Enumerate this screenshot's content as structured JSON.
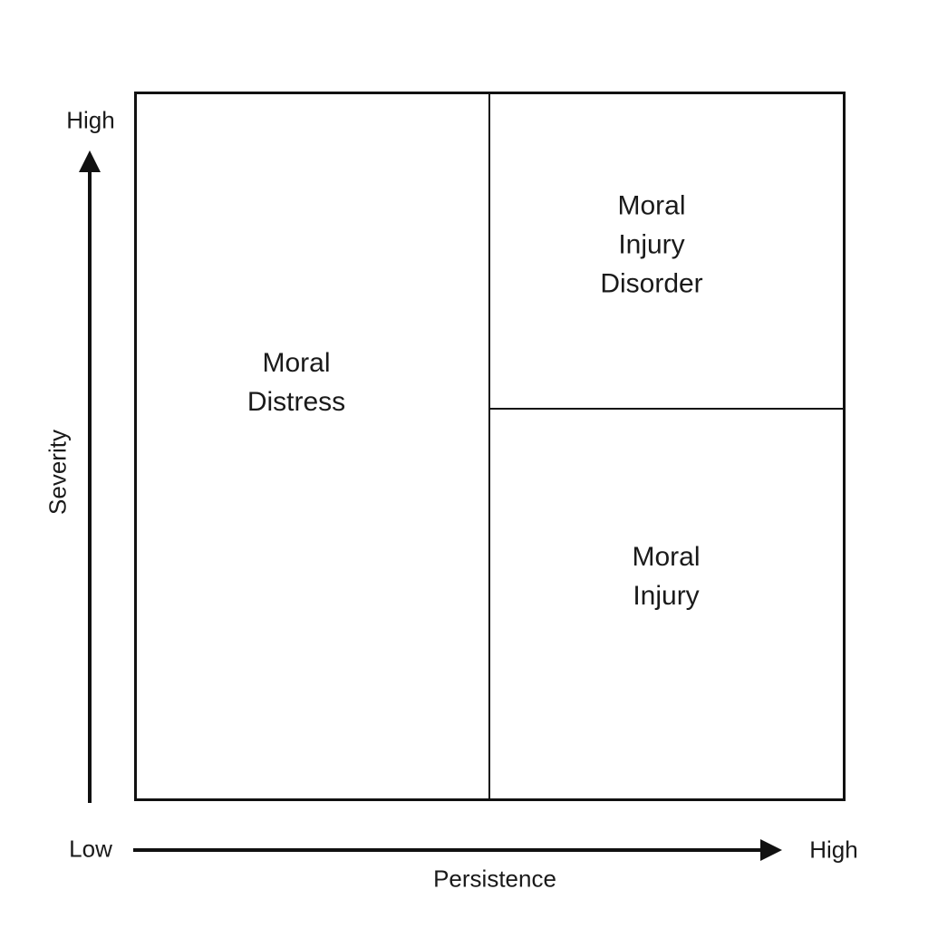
{
  "diagram": {
    "type": "quadrant-matrix",
    "regions": [
      {
        "id": "moral-distress",
        "position": "left-full-height",
        "lines": [
          "Moral",
          "Distress"
        ]
      },
      {
        "id": "moral-injury-disorder",
        "position": "top-right",
        "lines": [
          "Moral",
          "Injury",
          "Disorder"
        ]
      },
      {
        "id": "moral-injury",
        "position": "bottom-right",
        "lines": [
          "Moral",
          "Injury"
        ]
      }
    ],
    "y_axis": {
      "label": "Severity",
      "top_label": "High",
      "direction": "up"
    },
    "x_axis": {
      "label": "Persistence",
      "left_label": "Low",
      "right_label": "High",
      "direction": "right"
    },
    "colors": {
      "line": "#111111",
      "text": "#1a1a1a",
      "background": "#ffffff"
    }
  }
}
